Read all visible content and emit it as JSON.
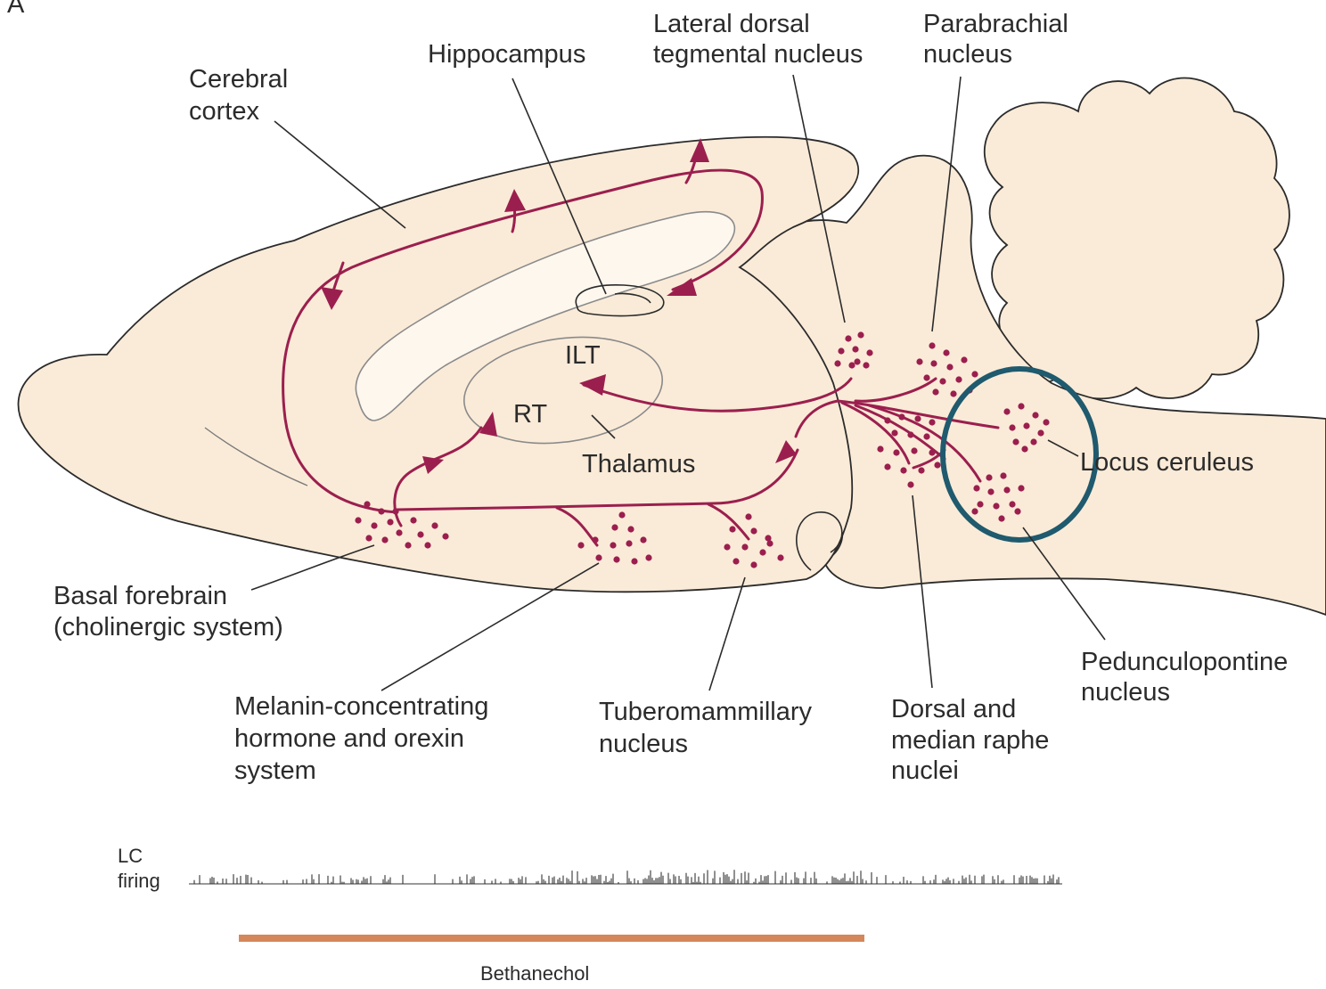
{
  "panel_letter": "A",
  "labels": {
    "cerebral_cortex": [
      "Cerebral",
      "cortex"
    ],
    "hippocampus": [
      "Hippocampus"
    ],
    "lateral_dorsal_tegmental": [
      "Lateral dorsal",
      "tegmental nucleus"
    ],
    "parabrachial": [
      "Parabrachial",
      "nucleus"
    ],
    "ilt": [
      "ILT"
    ],
    "rt": [
      "RT"
    ],
    "thalamus": [
      "Thalamus"
    ],
    "locus_ceruleus": [
      "Locus ceruleus"
    ],
    "basal_forebrain": [
      "Basal forebrain",
      "(cholinergic system)"
    ],
    "melanin": [
      "Melanin-concentrating",
      "hormone and orexin",
      "system"
    ],
    "tuberomammillary": [
      "Tuberomammillary",
      "nucleus"
    ],
    "raphe": [
      "Dorsal and",
      "median raphe",
      "nuclei"
    ],
    "pedunculopontine": [
      "Pedunculopontine",
      "nucleus"
    ]
  },
  "trace": {
    "label": [
      "LC",
      "firing"
    ],
    "drug_label": "Bethanechol"
  },
  "colors": {
    "brain_fill": "#faebd8",
    "tract": "#9b1f4e",
    "highlight_circle": "#1f5a6e",
    "drug_bar": "#d4875a",
    "ventricle": "#fdf7ee"
  }
}
